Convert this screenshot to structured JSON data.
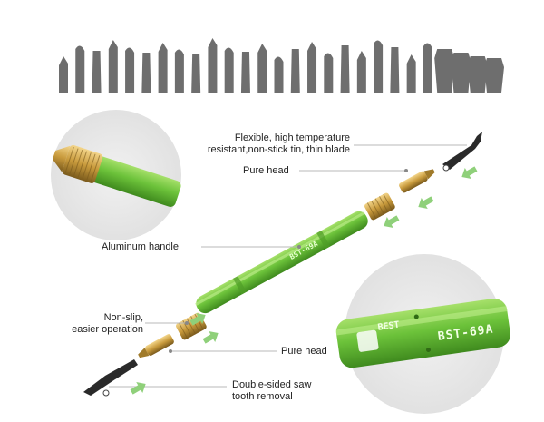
{
  "labels": {
    "blade_desc_line1": "Flexible, high temperature",
    "blade_desc_line2": "resistant,non-stick tin, thin blade",
    "pure_head_top": "Pure head",
    "aluminum_handle": "Aluminum handle",
    "nonslip_line1": "Non-slip,",
    "nonslip_line2": "easier operation",
    "pure_head_bottom": "Pure head",
    "saw_line1": "Double-sided saw",
    "saw_line2": "tooth removal"
  },
  "product": {
    "model": "BST-69A",
    "brand": "BEST"
  },
  "colors": {
    "handle_green": "#6cc23a",
    "handle_dark": "#3f8a1e",
    "brass": "#c89a3c",
    "blade_gray": "#6e6e6e",
    "arrow_green": "#8fd07a",
    "zoom_circle": "#e6e6e6"
  },
  "blade_count": 27
}
